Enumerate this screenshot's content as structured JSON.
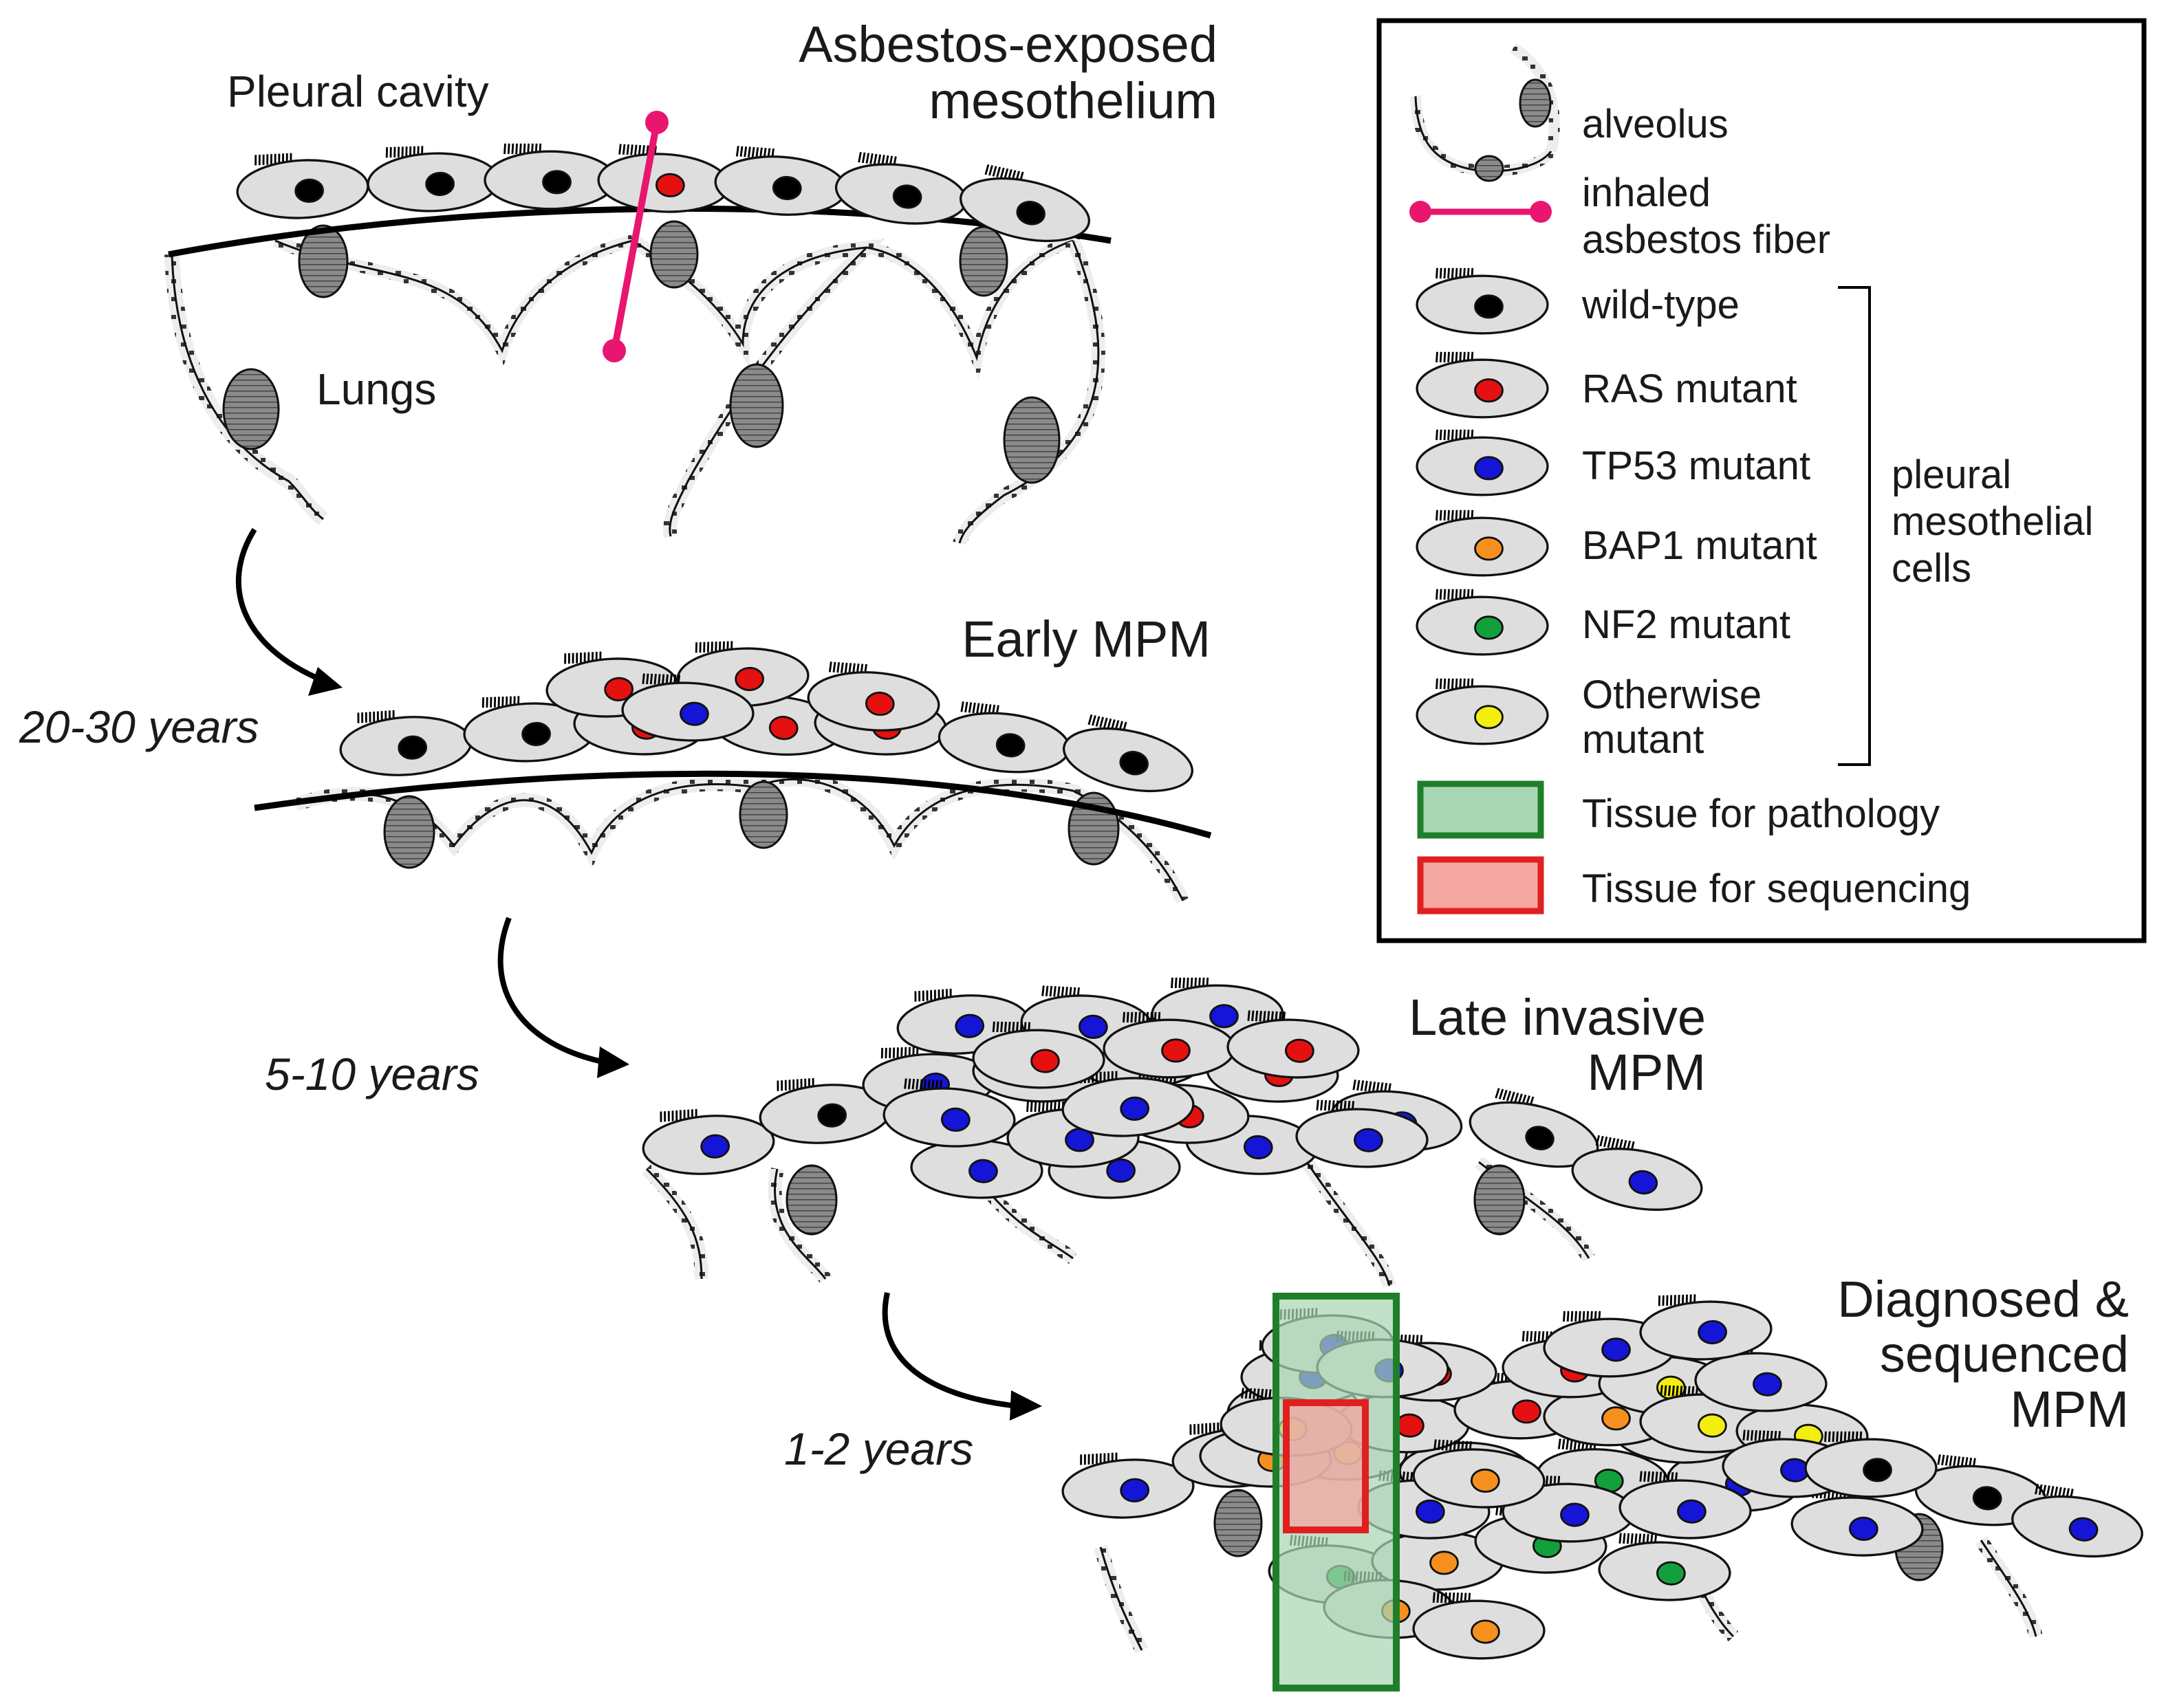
{
  "stages": {
    "s1": {
      "title_lines": [
        "Asbestos-exposed",
        "mesothelium"
      ],
      "label_cavity": "Pleural cavity",
      "label_lungs": "Lungs"
    },
    "s2": {
      "title_lines": [
        "Early MPM"
      ]
    },
    "s3": {
      "title_lines": [
        "Late invasive",
        "MPM"
      ]
    },
    "s4": {
      "title_lines": [
        "Diagnosed &",
        "sequenced",
        "MPM"
      ]
    }
  },
  "timeline": {
    "t1": "20-30 years",
    "t2": "5-10 years",
    "t3": "1-2 years"
  },
  "legend": {
    "alveolus": "alveolus",
    "fiber_lines": [
      "inhaled",
      "asbestos fiber"
    ],
    "wild_type": "wild-type",
    "ras": "RAS mutant",
    "tp53": "TP53 mutant",
    "bap1": "BAP1 mutant",
    "nf2": "NF2 mutant",
    "other_lines": [
      "Otherwise",
      "mutant"
    ],
    "group_lines": [
      "pleural",
      "mesothelial",
      "cells"
    ],
    "pathology": "Tissue for pathology",
    "sequencing": "Tissue for sequencing"
  },
  "colors": {
    "wild_type": "#000000",
    "ras": "#e51010",
    "tp53": "#1515d8",
    "bap1": "#f5901e",
    "nf2": "#12a03c",
    "other": "#f2ee10",
    "fiber": "#e8166f",
    "pathology_fill": "#a9d6b4",
    "pathology_stroke": "#1e7f2b",
    "sequencing_fill": "#f4a6a1",
    "sequencing_stroke": "#e02020",
    "cell_fill": "#dedede"
  }
}
